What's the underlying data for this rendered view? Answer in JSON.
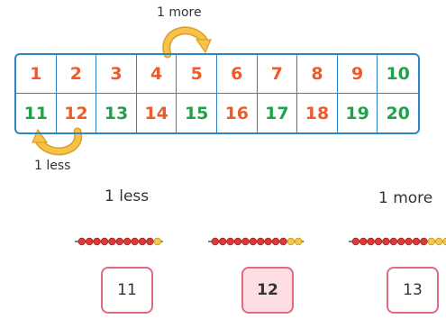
{
  "grid": {
    "row1": [
      "1",
      "2",
      "3",
      "4",
      "5",
      "6",
      "7",
      "8",
      "9",
      "10"
    ],
    "row2": [
      "11",
      "12",
      "13",
      "14",
      "15",
      "16",
      "17",
      "18",
      "19",
      "20"
    ]
  },
  "arcs": {
    "more_label": "1 more",
    "less_label": "1 less"
  },
  "sections": {
    "left_caption": "1 less",
    "right_caption": "1 more"
  },
  "bead_strings": [
    {
      "value": 11,
      "red_beads": 10,
      "yellow_beads": 1
    },
    {
      "value": 12,
      "red_beads": 10,
      "yellow_beads": 2
    },
    {
      "value": 13,
      "red_beads": 10,
      "yellow_beads": 3
    }
  ],
  "boxes": {
    "left": "11",
    "center": "12",
    "right": "13"
  },
  "colors": {
    "grid_border": "#2f86c4",
    "orange": "#f05a28",
    "green": "#1fa24a",
    "arrow": "#f6c24a",
    "arrow_outline": "#d9a126",
    "bead_red": "#d93a3a",
    "bead_yellow": "#f2c94c",
    "box_border": "#e06b80",
    "box_fill": "#fbdde2"
  }
}
